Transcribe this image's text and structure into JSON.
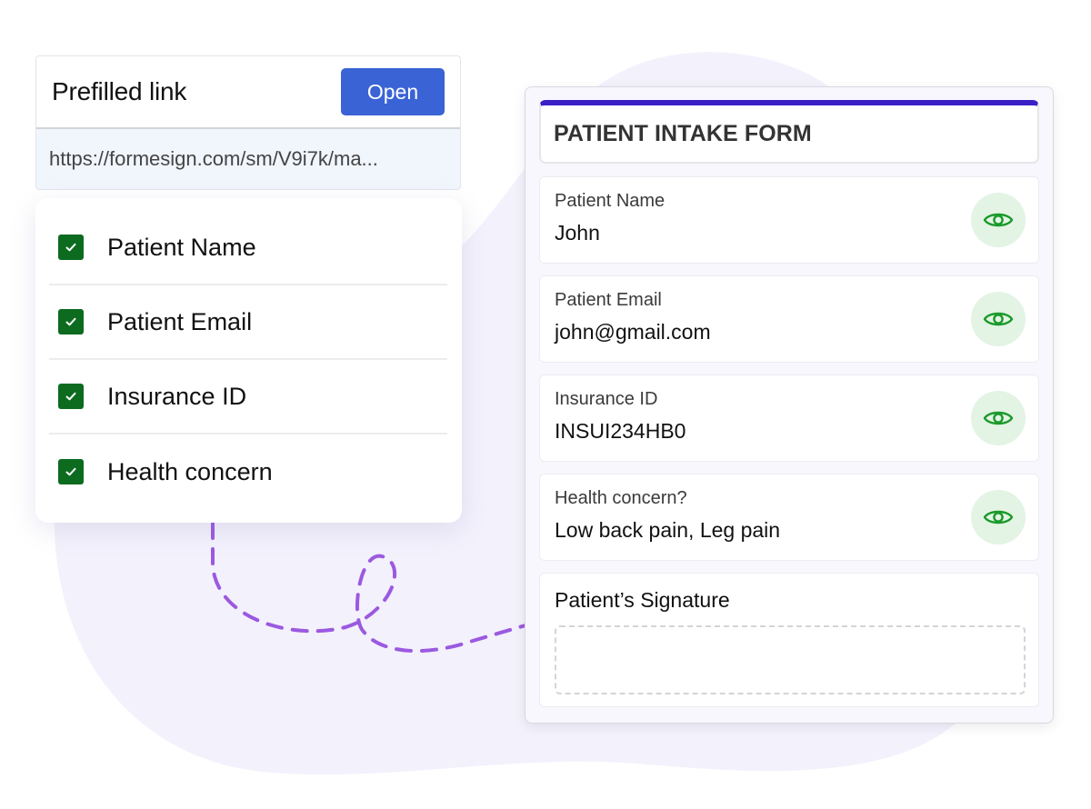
{
  "prefilled_link": {
    "title": "Prefilled link",
    "open_label": "Open",
    "url": "https://formesign.com/sm/V9i7k/ma..."
  },
  "field_checklist": {
    "items": [
      {
        "label": "Patient Name",
        "checked": true
      },
      {
        "label": "Patient Email",
        "checked": true
      },
      {
        "label": "Insurance ID",
        "checked": true
      },
      {
        "label": "Health concern",
        "checked": true
      }
    ]
  },
  "intake_form": {
    "title": "PATIENT INTAKE FORM",
    "fields": [
      {
        "label": "Patient Name",
        "value": "John",
        "icon": "eye-icon"
      },
      {
        "label": "Patient Email",
        "value": "john@gmail.com",
        "icon": "eye-icon"
      },
      {
        "label": "Insurance ID",
        "value": "INSUI234HB0",
        "icon": "eye-icon"
      },
      {
        "label": "Health concern?",
        "value": "Low back pain, Leg pain",
        "icon": "eye-icon"
      }
    ],
    "signature_label": "Patient’s Signature"
  },
  "colors": {
    "accent_blue": "#3a63d6",
    "form_top_bar": "#3b1fc6",
    "checkbox_green": "#0c6b1f",
    "eye_green": "#1a9a2a",
    "eye_bg": "#e3f3e4",
    "connector_purple": "#9b59e0",
    "blob": "#f3f1fc"
  }
}
